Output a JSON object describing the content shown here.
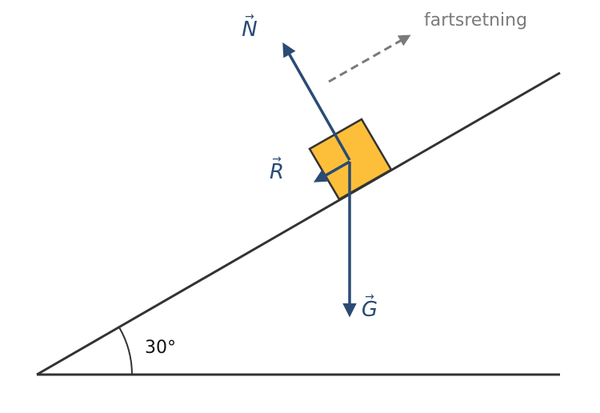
{
  "diagram": {
    "angle_label": "30°",
    "direction_label": "fartsretning",
    "forces": {
      "normal": {
        "symbol": "N",
        "arrow": "→"
      },
      "friction": {
        "symbol": "R",
        "arrow": "→"
      },
      "gravity": {
        "symbol": "G",
        "arrow": "→"
      }
    }
  },
  "colors": {
    "incline": "#333333",
    "vector": "#2a4b74",
    "block_fill": "#fdbf3a",
    "block_stroke": "#333333",
    "direction_arrow": "#7a7a7a",
    "direction_text": "#7a7a7a",
    "angle_text": "#111111"
  },
  "icons": {
    "block": "box-shape",
    "direction": "dashed-arrow-icon"
  }
}
